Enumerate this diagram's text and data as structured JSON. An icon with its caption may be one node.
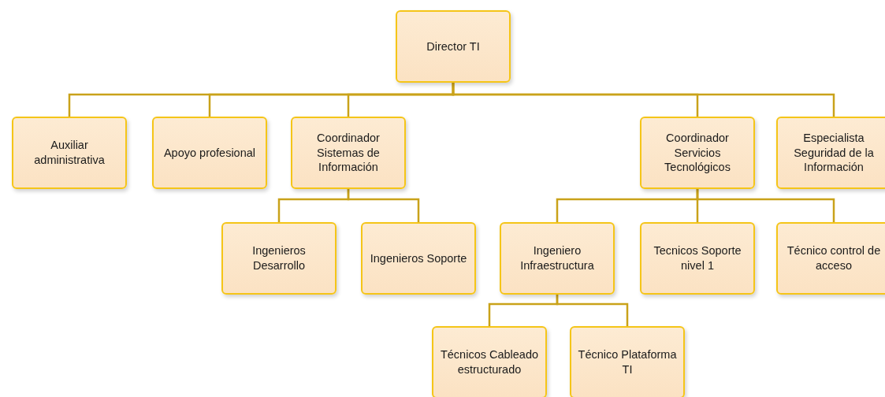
{
  "diagram": {
    "nodes": [
      {
        "text": [
          "Director TI"
        ]
      },
      {
        "text": [
          "Auxiliar administrativa"
        ]
      },
      {
        "text": [
          "Apoyo profesional"
        ]
      },
      {
        "text": [
          "Coordinador Sistemas de Información"
        ]
      },
      {
        "text": [
          "Coordinador Servicios Tecnológicos"
        ]
      },
      {
        "text": [
          "Especialista Seguridad de la Información"
        ]
      },
      {
        "text": [
          "Ingenieros Desarrollo"
        ]
      },
      {
        "text": [
          "Ingenieros Soporte"
        ]
      },
      {
        "text": [
          "Ingeniero Infraestructura"
        ]
      },
      {
        "text": [
          "Tecnicos Soporte nivel 1"
        ]
      },
      {
        "text": [
          "Técnico control de acceso"
        ]
      },
      {
        "text": [
          "Técnicos Cableado estructurado"
        ]
      },
      {
        "text": [
          "Técnico Plataforma TI"
        ]
      }
    ],
    "edges": [
      {
        "from": 0,
        "to": 1,
        "arrow": "none"
      },
      {
        "from": 0,
        "to": 2,
        "arrow": "none"
      },
      {
        "from": 0,
        "to": 3,
        "arrow": "none"
      },
      {
        "from": 0,
        "to": 4,
        "arrow": "none"
      },
      {
        "from": 0,
        "to": 5,
        "arrow": "none"
      },
      {
        "from": 3,
        "to": 6,
        "arrow": "none"
      },
      {
        "from": 3,
        "to": 7,
        "arrow": "none"
      },
      {
        "from": 4,
        "to": 8,
        "arrow": "none"
      },
      {
        "from": 4,
        "to": 9,
        "arrow": "none"
      },
      {
        "from": 4,
        "to": 10,
        "arrow": "none"
      },
      {
        "from": 8,
        "to": 11,
        "arrow": "none"
      },
      {
        "from": 8,
        "to": 12,
        "arrow": "none"
      }
    ]
  }
}
